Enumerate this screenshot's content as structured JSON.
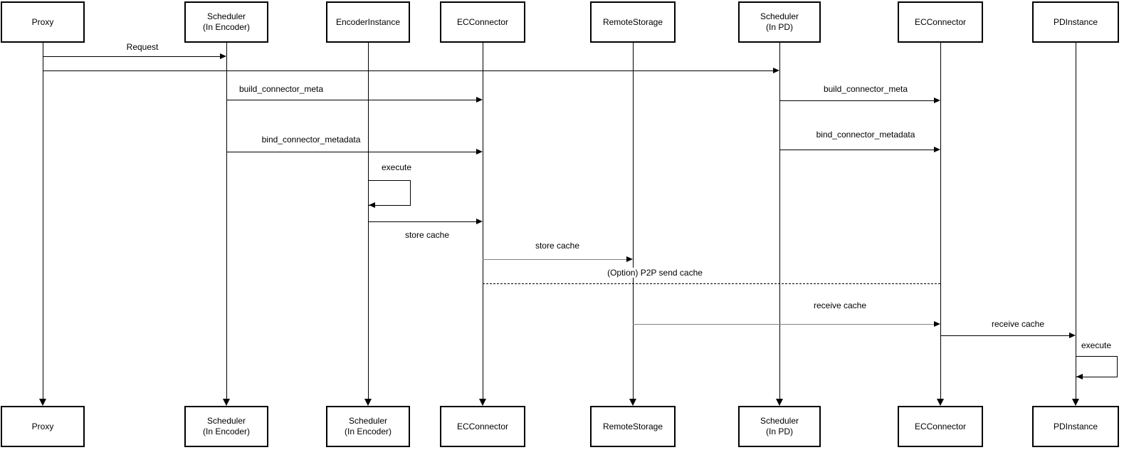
{
  "diagram": {
    "type": "sequence-diagram",
    "background": "#ffffff",
    "colors": {
      "line": "#000000",
      "secondary_line": "#808080",
      "box_border": "#000000",
      "box_fill": "#ffffff",
      "text": "#000000"
    },
    "actors_top": [
      {
        "label": "Proxy"
      },
      {
        "label": "Scheduler\n(In Encoder)"
      },
      {
        "label": "EncoderInstance"
      },
      {
        "label": "ECConnector"
      },
      {
        "label": "RemoteStorage"
      },
      {
        "label": "Scheduler\n(In PD)"
      },
      {
        "label": "ECConnector"
      },
      {
        "label": "PDInstance"
      }
    ],
    "actors_bottom": [
      {
        "label": "Proxy"
      },
      {
        "label": "Scheduler\n(In Encoder)"
      },
      {
        "label": "Scheduler\n(In Encoder)"
      },
      {
        "label": "ECConnector"
      },
      {
        "label": "RemoteStorage"
      },
      {
        "label": "Scheduler\n(In PD)"
      },
      {
        "label": "ECConnector"
      },
      {
        "label": "PDInstance"
      }
    ],
    "messages": [
      {
        "label": "Request",
        "from": "Proxy",
        "to": "Scheduler (In Encoder)",
        "style": "solid"
      },
      {
        "label": "",
        "from": "Proxy",
        "to": "Scheduler (In PD)",
        "style": "solid"
      },
      {
        "label": "build_connector_meta",
        "from": "Scheduler (In Encoder)",
        "to": "ECConnector",
        "style": "solid"
      },
      {
        "label": "bind_connector_metadata",
        "from": "Scheduler (In Encoder)",
        "to": "ECConnector",
        "style": "solid"
      },
      {
        "label": "build_connector_meta",
        "from": "Scheduler (In PD)",
        "to": "ECConnector (PD side)",
        "style": "solid"
      },
      {
        "label": "bind_connector_metadata",
        "from": "Scheduler (In PD)",
        "to": "ECConnector (PD side)",
        "style": "solid"
      },
      {
        "label": "execute",
        "from": "EncoderInstance",
        "to": "EncoderInstance",
        "style": "self"
      },
      {
        "label": "store cache",
        "from": "EncoderInstance",
        "to": "ECConnector",
        "style": "solid"
      },
      {
        "label": "store cache",
        "from": "ECConnector",
        "to": "RemoteStorage",
        "style": "solid-gray"
      },
      {
        "label": "(Option) P2P send cache",
        "from": "ECConnector",
        "to": "ECConnector (PD side)",
        "style": "dashed"
      },
      {
        "label": "receive cache",
        "from": "RemoteStorage",
        "to": "ECConnector (PD side)",
        "style": "solid-gray"
      },
      {
        "label": "receive cache",
        "from": "ECConnector (PD side)",
        "to": "PDInstance",
        "style": "solid"
      },
      {
        "label": "execute",
        "from": "PDInstance",
        "to": "PDInstance",
        "style": "self"
      }
    ]
  }
}
